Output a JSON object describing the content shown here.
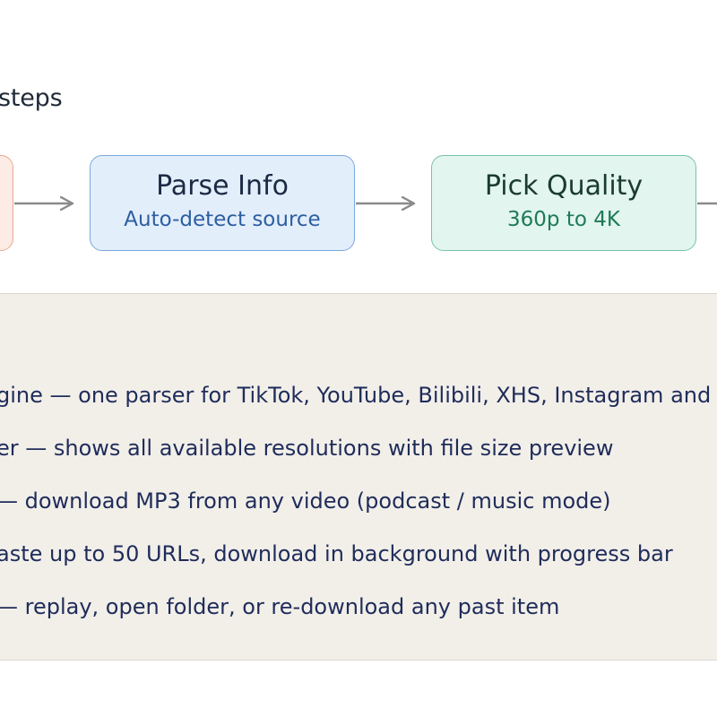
{
  "section": {
    "title": "steps"
  },
  "flow": {
    "steps": [
      {
        "title": "",
        "subtitle": ""
      },
      {
        "title": "Parse Info",
        "subtitle": "Auto-detect source"
      },
      {
        "title": "Pick Quality",
        "subtitle": "360p to 4K"
      }
    ],
    "colors": {
      "arrow": "#8a8a8a",
      "parse_fill": "#e3eefb",
      "parse_border": "#79a9dd",
      "quality_fill": "#e2f5ee",
      "quality_border": "#78c3a6",
      "first_fill": "#fdece6",
      "first_border": "#e8a88f"
    }
  },
  "features": {
    "background": "#f2efe9",
    "items": [
      "gine — one parser for TikTok, YouTube, Bilibili, XHS, Instagram and m",
      "er — shows all available resolutions with file size preview",
      "— download MP3 from any video (podcast / music mode)",
      "aste up to 50 URLs, download in background with progress bar",
      "— replay, open folder, or re-download any past item"
    ]
  }
}
